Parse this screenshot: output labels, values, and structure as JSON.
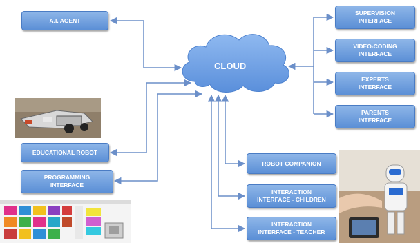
{
  "nodes": {
    "ai_agent": "A.I. AGENT",
    "cloud": "CLOUD",
    "supervision": [
      "SUPERVISION",
      "INTERFACE"
    ],
    "video_coding": [
      "VIDEO-CODING",
      "INTERFACE"
    ],
    "experts": [
      "EXPERTS",
      "INTERFACE"
    ],
    "parents": [
      "PARENTS",
      "INTERFACE"
    ],
    "educational_robot": "EDUCATIONAL ROBOT",
    "programming": [
      "PROGRAMMING",
      "INTERFACE"
    ],
    "robot_companion": "ROBOT COMPANION",
    "interaction_children": [
      "INTERACTION",
      "INTERFACE - CHILDREN"
    ],
    "interaction_teacher": [
      "INTERACTION",
      "INTERFACE - TEACHER"
    ]
  },
  "colors": {
    "box": "#5b8fd6",
    "cloud": "#6a9ee4",
    "arrow": "#6b8fc9"
  }
}
